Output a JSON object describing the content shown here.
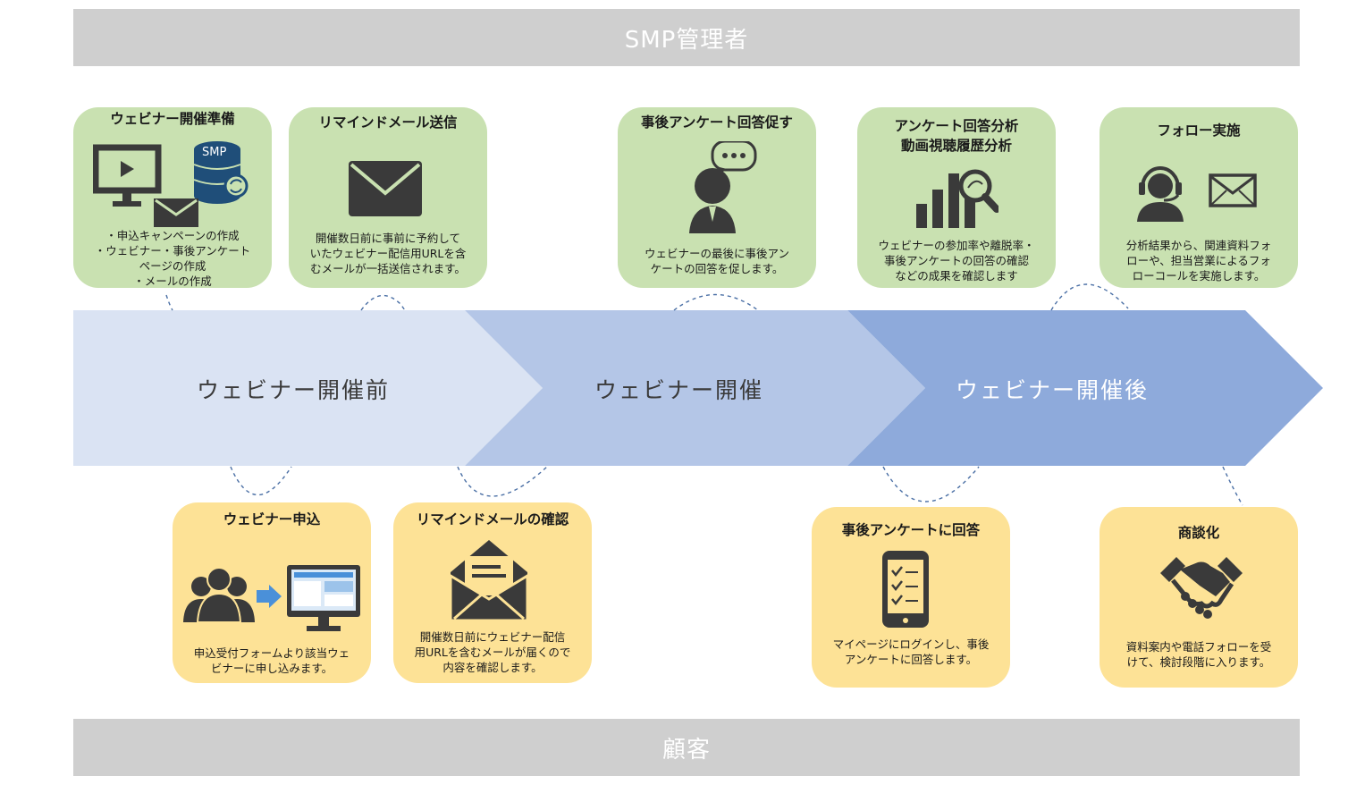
{
  "admin_band": {
    "label": "SMP管理者"
  },
  "customer_band": {
    "label": "顧客"
  },
  "phases": [
    {
      "label": "ウェビナー開催前",
      "color": "#dae3f3"
    },
    {
      "label": "ウェビナー開催",
      "color": "#b4c6e7"
    },
    {
      "label": "ウェビナー開催後",
      "color": "#8eaadb"
    }
  ],
  "admin_cards": [
    {
      "title": "ウェビナー開催準備",
      "icon": "monitor-database-mail-icon",
      "icon_text": "SMP",
      "desc": [
        "・申込キャンペーンの作成",
        "・ウェビナー・事後アンケート",
        "ページの作成",
        "・メールの作成"
      ]
    },
    {
      "title": "リマインドメール送信",
      "icon": "mail-icon",
      "desc": [
        "開催数日前に事前に予約して",
        "いたウェビナー配信用URLを含",
        "むメールが一括送信されます。"
      ]
    },
    {
      "title": "事後アンケート回答促す",
      "icon": "person-speech-icon",
      "desc": [
        "ウェビナーの最後に事後アン",
        "ケートの回答を促します。"
      ]
    },
    {
      "title": [
        "アンケート回答分析",
        "動画視聴履歴分析"
      ],
      "icon": "chart-magnifier-icon",
      "desc": [
        "ウェビナーの参加率や離脱率・",
        "事後アンケートの回答の確認",
        "などの成果を確認します"
      ]
    },
    {
      "title": "フォロー実施",
      "icon": "headset-mail-icon",
      "desc": [
        "分析結果から、関連資料フォ",
        "ローや、担当営業によるフォ",
        "ローコールを実施します。"
      ]
    }
  ],
  "customer_cards": [
    {
      "title": "ウェビナー申込",
      "icon": "users-arrow-monitor-icon",
      "desc": [
        "申込受付フォームより該当ウェ",
        "ビナーに申し込みます。"
      ]
    },
    {
      "title": "リマインドメールの確認",
      "icon": "open-mail-icon",
      "desc": [
        "開催数日前にウェビナー配信",
        "用URLを含むメールが届くので",
        "内容を確認します。"
      ]
    },
    {
      "title": "事後アンケートに回答",
      "icon": "smartphone-checklist-icon",
      "desc": [
        "マイページにログインし、事後",
        "アンケートに回答します。"
      ]
    },
    {
      "title": "商談化",
      "icon": "handshake-icon",
      "desc": [
        "資料案内や電話フォローを受",
        "けて、検討段階に入ります。"
      ]
    }
  ]
}
